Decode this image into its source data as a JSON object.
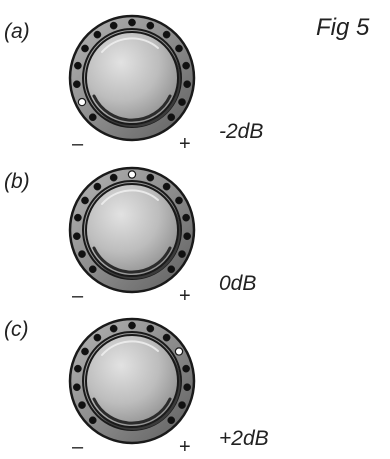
{
  "figure": {
    "title": "Fig 5",
    "min_symbol": "–",
    "max_symbol": "+"
  },
  "colors": {
    "outline": "#1a1a1a",
    "dot": "#111111",
    "active_dot": "#ffffff",
    "ring_outer": "#5a5a5a",
    "ring_inner": "#9a9a9a",
    "knob_light": "#d6d6d6",
    "knob_dark": "#8c8c8c",
    "text": "#222222"
  },
  "knobs": [
    {
      "label": "(a)",
      "value_label": "-2dB",
      "active_index": 1,
      "dot_count": 15
    },
    {
      "label": "(b)",
      "value_label": "0dB",
      "active_index": 7,
      "dot_count": 15
    },
    {
      "label": "(c)",
      "value_label": "+2dB",
      "active_index": 10,
      "dot_count": 15
    }
  ]
}
